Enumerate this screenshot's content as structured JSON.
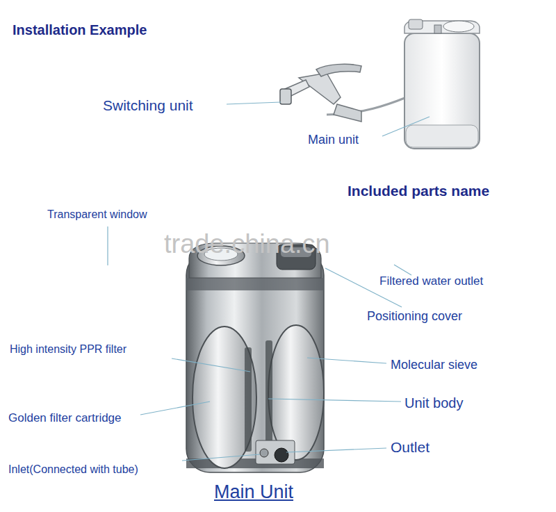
{
  "diagram": {
    "labels": [
      "Installation Example",
      "Switching unit",
      "Main unit",
      "Included parts name",
      "Transparent window",
      "trade.china.cn",
      "Filtered water outlet",
      "Positioning cover",
      "High intensity PPR filter",
      "Molecular sieve",
      "Unit body",
      "Golden filter cartridge",
      "Outlet",
      "Inlet(Connected with tube)",
      "Main Unit"
    ]
  }
}
